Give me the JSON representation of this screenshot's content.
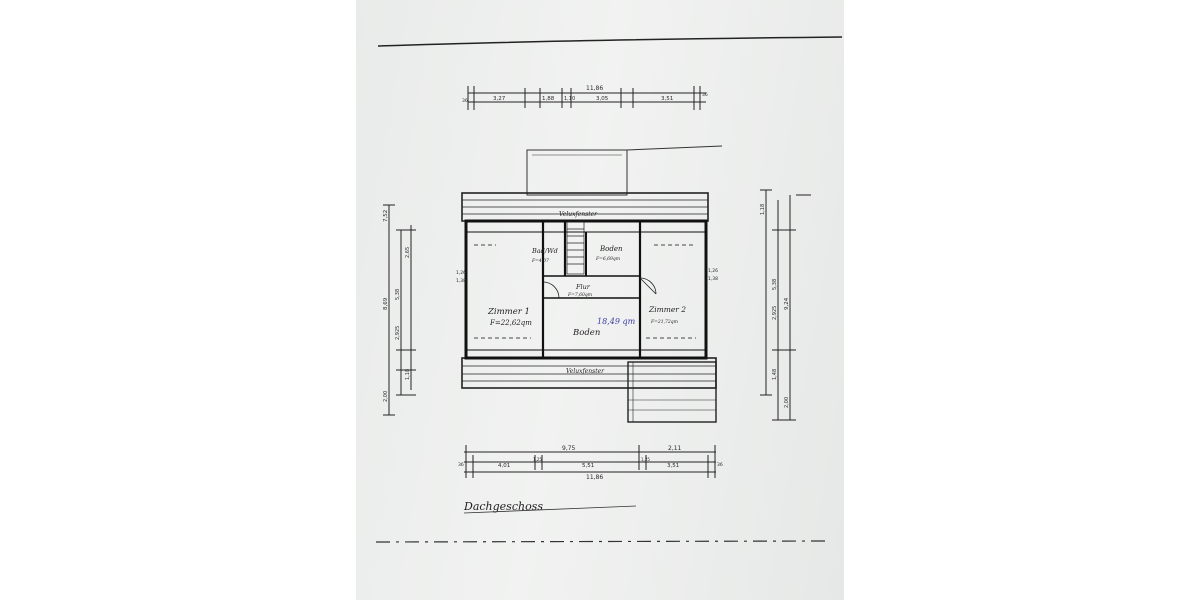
{
  "drawing": {
    "title": "Dachgeschoss",
    "top_dims": {
      "total": "11,86",
      "segments": [
        "3,27",
        "1,88",
        "1,10",
        "3,05",
        "3,51"
      ],
      "ends": [
        "36",
        "36"
      ]
    },
    "bottom_dims": {
      "upper": [
        "9,75",
        "2,11"
      ],
      "segments": [
        "4,01",
        "5,51",
        "3,51"
      ],
      "small": [
        "1,25",
        "1,25"
      ],
      "total": "11,86",
      "ends": [
        "36",
        "36"
      ]
    },
    "left_dims": [
      "7,52",
      "8,69",
      "2,00",
      "5,38",
      "2,925",
      "2,65",
      "1,18"
    ],
    "right_dims": [
      "1,18",
      "2,925",
      "5,38",
      "9,24",
      "2,00",
      "1,48"
    ],
    "side_small": [
      "1,26",
      "1,38"
    ],
    "rooms": {
      "bad": {
        "name": "Bad/Wd",
        "area": "F=4,07"
      },
      "boden_top": {
        "name": "Boden",
        "area": "F=6,69qm"
      },
      "flur": {
        "name": "Flur",
        "area": "F=7,60qm"
      },
      "zimmer1": {
        "name": "Zimmer 1",
        "area": "F=22,62qm"
      },
      "zimmer2": {
        "name": "Zimmer 2",
        "area": "F=21,72qm"
      },
      "boden_main": {
        "name": "Boden"
      }
    },
    "handwritten_area": "18,49 qm",
    "labels": {
      "top_window": "Veluxfenster",
      "bottom_window": "Veluxfenster"
    },
    "colors": {
      "ink": "#1c1c1c",
      "paper": "#eceeed",
      "annotation": "#3d3fa6"
    }
  }
}
